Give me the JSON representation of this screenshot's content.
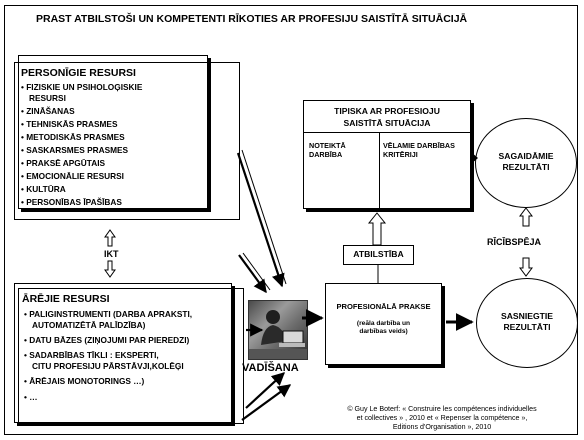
{
  "title": "PRAST ATBILSTOŠI UN KOMPETENTI RĪKOTIES AR PROFESIJU SAISTĪTĀ SITUĀCIJĀ",
  "personal": {
    "heading": "PERSONĪGIE RESURSI",
    "items": [
      "• FIZISKIE UN PSIHOLOĢISKIE",
      "  RESURSI",
      "• ZINĀŠANAS",
      "• TEHNISKĀS PRASMES",
      "• METODISKĀS PRASMES",
      "• SASKARSMES PRASMES",
      "• PRAKSĒ APGŪTAIS",
      "• EMOCIONĀLIE RESURSI",
      "• KULTŪRA",
      "• PERSONĪBAS ĪPAŠĪBAS"
    ]
  },
  "ikt_label": "IKT",
  "external": {
    "heading": "ĀRĒJIE RESURSI",
    "items": [
      "• PALIGINSTRUMENTI (DARBA APRAKSTI,",
      "  AUTOMATIZĒTĀ PALĪDZĪBA)",
      "• DATU BĀZES (ZIŅOJUMI PAR PIEREDZI)",
      "• SADARBĪBAS TĪKLI : EKSPERTI,",
      "  CITU PROFESIJU PĀRSTĀVJI,KOLĒĢI",
      "• ĀRĒJAIS MONOTORINGS …)",
      "• …"
    ]
  },
  "situation": {
    "heading_line1": "TIPISKA  AR PROFESIOJU",
    "heading_line2": "SAISTĪTĀ  SITUĀCIJA",
    "col1": "NOTEIKTĀ\nDARBĪBA",
    "col2": "VĒLAMIE DARBĪBAS\nKRITĒRIJI"
  },
  "atbilstiba_label": "ATBILSTĪBA",
  "practice": {
    "heading": "PROFESIONĀLĀ PRAKSE",
    "sub": "(reāla darbība un\ndarbības veids)"
  },
  "expected": "SAGAIDĀMIE\nREZULTĀTI",
  "achieved": "SASNIEGTIE\nREZULTĀTI",
  "ricibspeja_label": "RĪCĪBSPĒJA",
  "vadisana_label": "VADĪŠANA",
  "citation": [
    "© Guy Le Boterf: « Construire les compétences individuelles",
    "et collectives » , 2010 et « Repenser la compétence »,",
    "Editions d'Organisation », 2010"
  ]
}
